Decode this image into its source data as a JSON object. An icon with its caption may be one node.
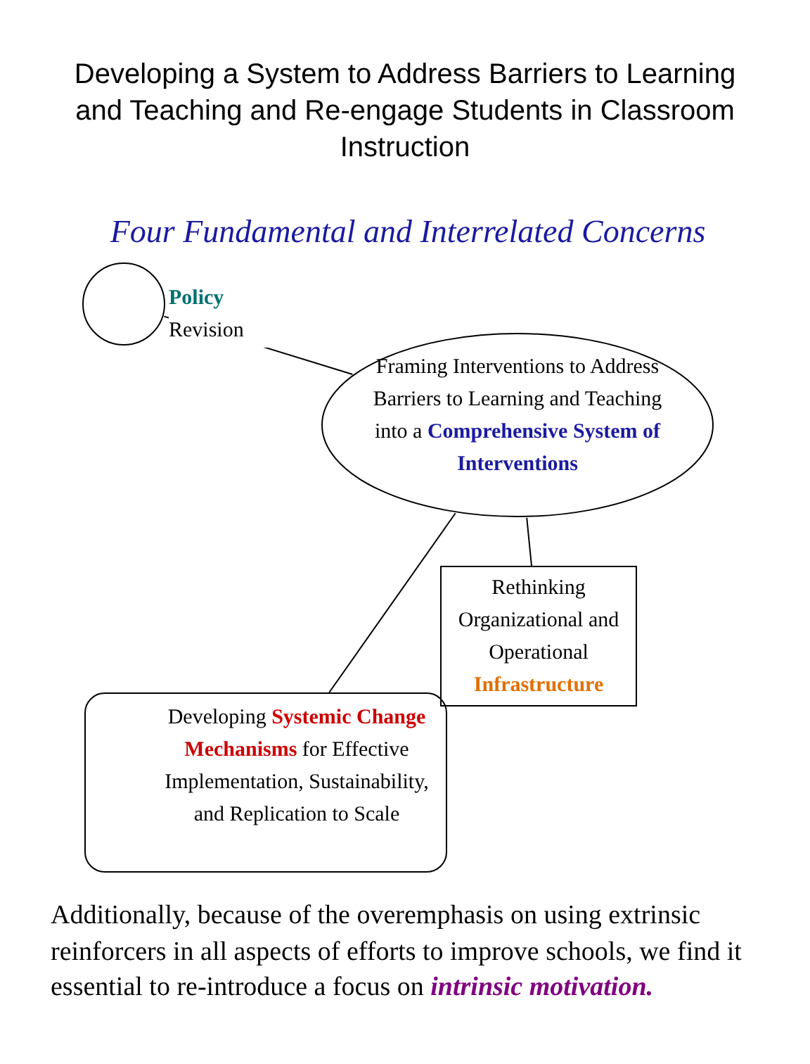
{
  "diagram": {
    "title": "Developing a System to Address Barriers to Learning and Teaching and Re-engage Students in Classroom Instruction",
    "nodes": [
      {
        "text": [
          "**Policy** Revision"
        ]
      },
      {
        "text": [
          "Framing Interventions to Address Barriers to Learning and Teaching into a **Comprehensive System of Interventions**"
        ]
      },
      {
        "text": [
          "Rethinking Organizational and Operational **Infrastructure**"
        ]
      },
      {
        "text": [
          "Developing **Systemic Change Mechanisms** for Effective Implementation, Sustainability, and Replication to Scale"
        ]
      }
    ],
    "edges": [
      {
        "from": 0,
        "to": 1,
        "arrow": "none"
      },
      {
        "from": 1,
        "to": 2,
        "arrow": "none"
      },
      {
        "from": 1,
        "to": 3,
        "arrow": "none"
      }
    ],
    "labels": [
      "Four Fundamental and Interrelated Concerns",
      "Additionally, because of the overemphasis on using extrinsic reinforcers in all aspects of efforts to improve schools, we find it essential to re-introduce a focus on **intrinsic motivation.**"
    ]
  }
}
